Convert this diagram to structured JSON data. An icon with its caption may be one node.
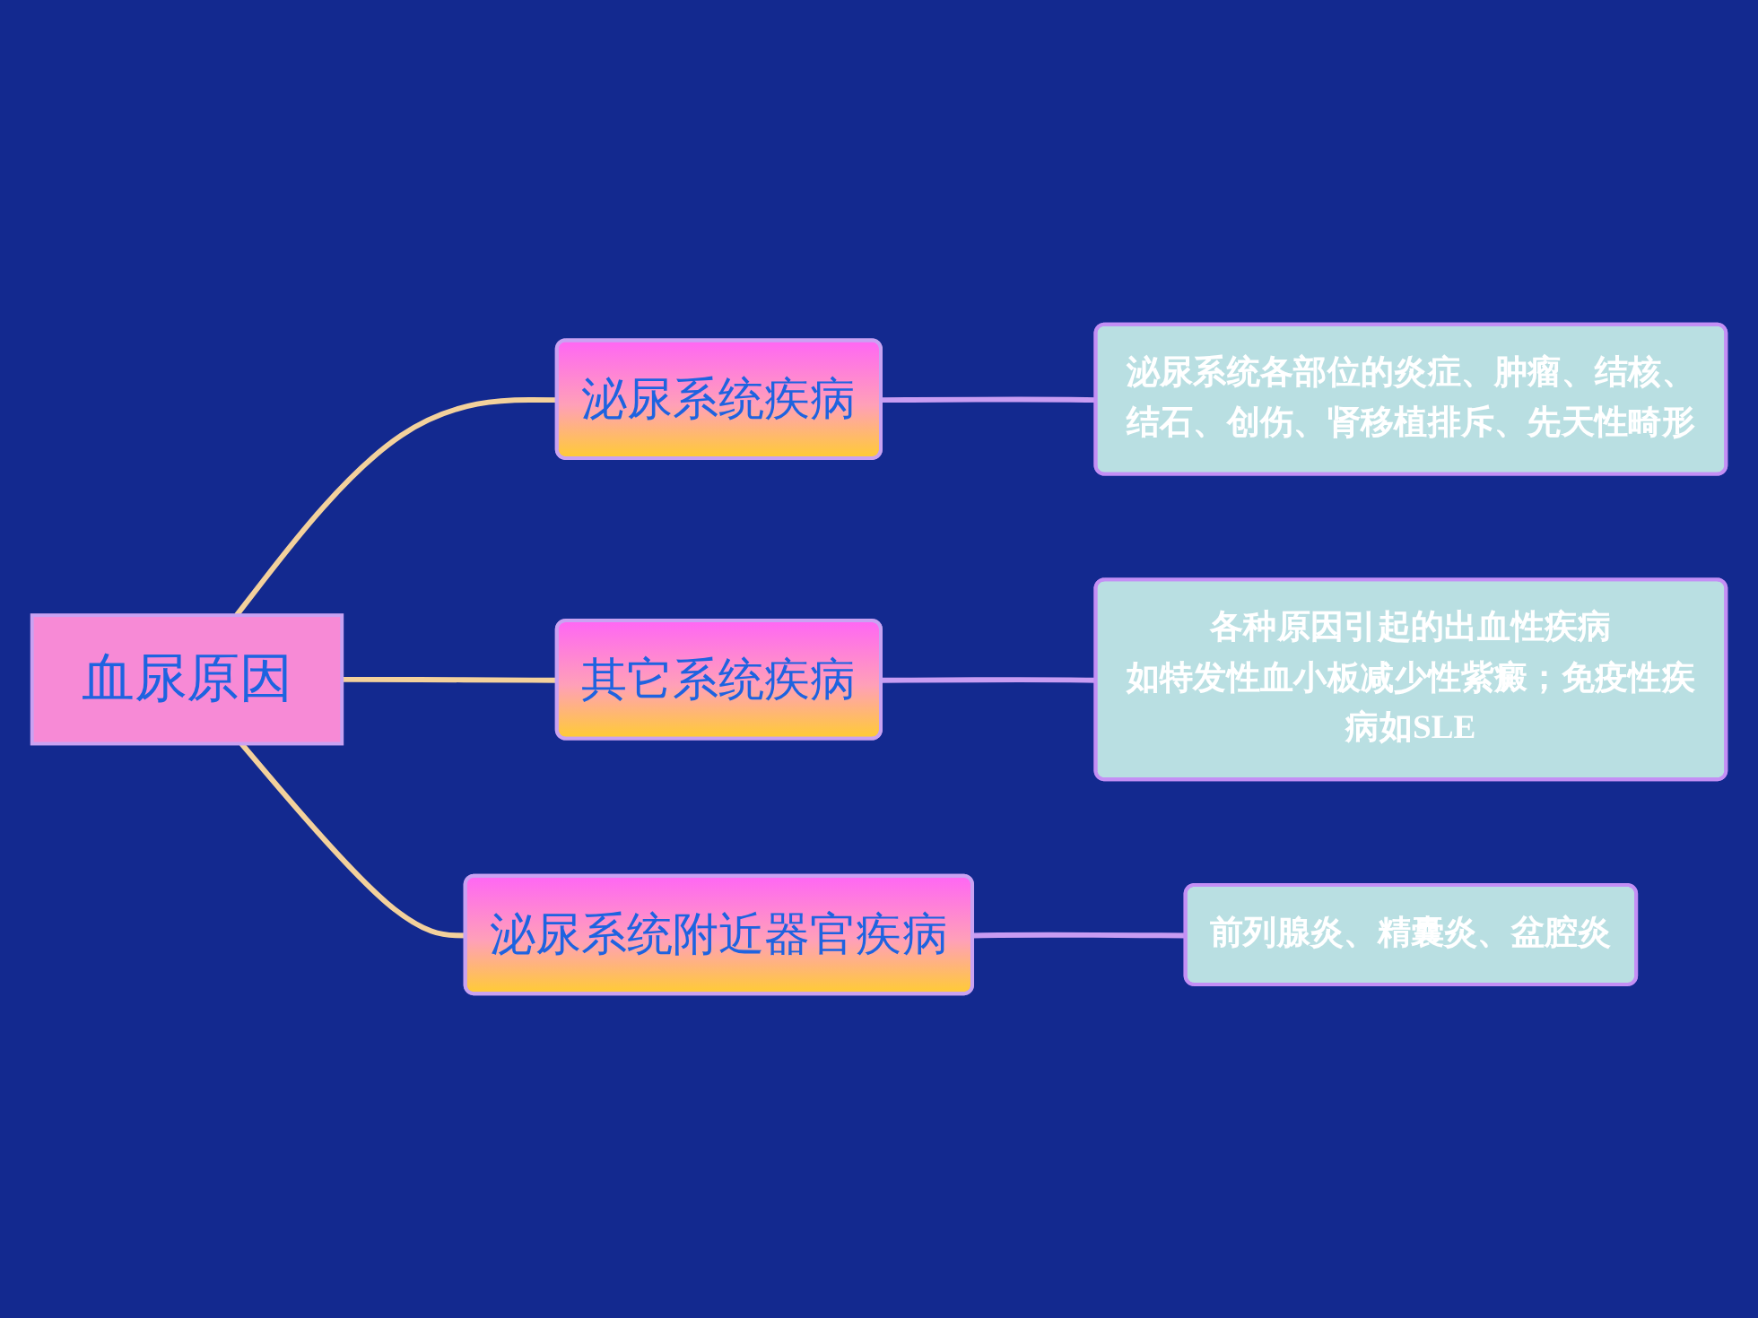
{
  "diagram": {
    "nodes": [
      {
        "text": [
          "血尿原因"
        ]
      },
      {
        "text": [
          "泌尿系统疾病"
        ]
      },
      {
        "text": [
          "泌尿系统各部位的炎症、肿瘤、结核、结石、创伤、肾移植排斥、先天性畸形"
        ]
      },
      {
        "text": [
          "其它系统疾病"
        ]
      },
      {
        "text": [
          "各种原因引起的出血性疾病",
          "如特发性血小板减少性紫癜；免疫性疾病如SLE"
        ]
      },
      {
        "text": [
          "泌尿系统附近器官疾病"
        ]
      },
      {
        "text": [
          "前列腺炎、精囊炎、盆腔炎"
        ]
      }
    ],
    "edges": [
      {
        "from": 0,
        "to": 1,
        "arrow": "none",
        "color": "#f3d19c"
      },
      {
        "from": 0,
        "to": 3,
        "arrow": "none",
        "color": "#f3d19c"
      },
      {
        "from": 0,
        "to": 5,
        "arrow": "none",
        "color": "#f3d19c"
      },
      {
        "from": 1,
        "to": 2,
        "arrow": "none",
        "color": "#c89cf2"
      },
      {
        "from": 3,
        "to": 4,
        "arrow": "none",
        "color": "#c89cf2"
      },
      {
        "from": 5,
        "to": 6,
        "arrow": "none",
        "color": "#c89cf2"
      }
    ]
  }
}
